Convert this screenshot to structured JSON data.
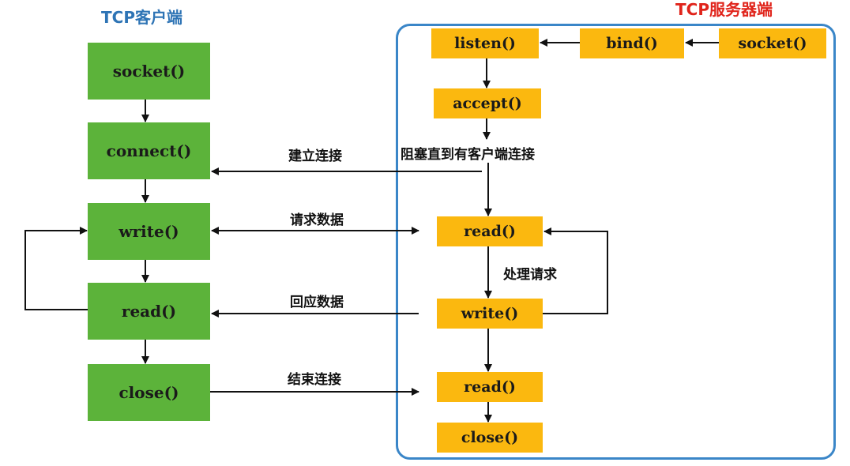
{
  "client": {
    "title": "TCP客户端",
    "boxes": {
      "socket": "socket()",
      "connect": "connect()",
      "write": "write()",
      "read": "read()",
      "close": "close()"
    }
  },
  "server": {
    "title": "TCP服务器端",
    "boxes": {
      "listen": "listen()",
      "bind": "bind()",
      "socket": "socket()",
      "accept": "accept()",
      "read1": "read()",
      "write": "write()",
      "read2": "read()",
      "close": "close()"
    }
  },
  "labels": {
    "establish": "建立连接",
    "block": "阻塞直到有客户端连接",
    "request": "请求数据",
    "process": "处理请求",
    "response": "回应数据",
    "end": "结束连接"
  },
  "colors": {
    "client_box": "#5cb33a",
    "server_box": "#fbb80f",
    "client_title": "#2e74b5",
    "server_title": "#e0241b",
    "server_frame": "#3a86c8"
  }
}
